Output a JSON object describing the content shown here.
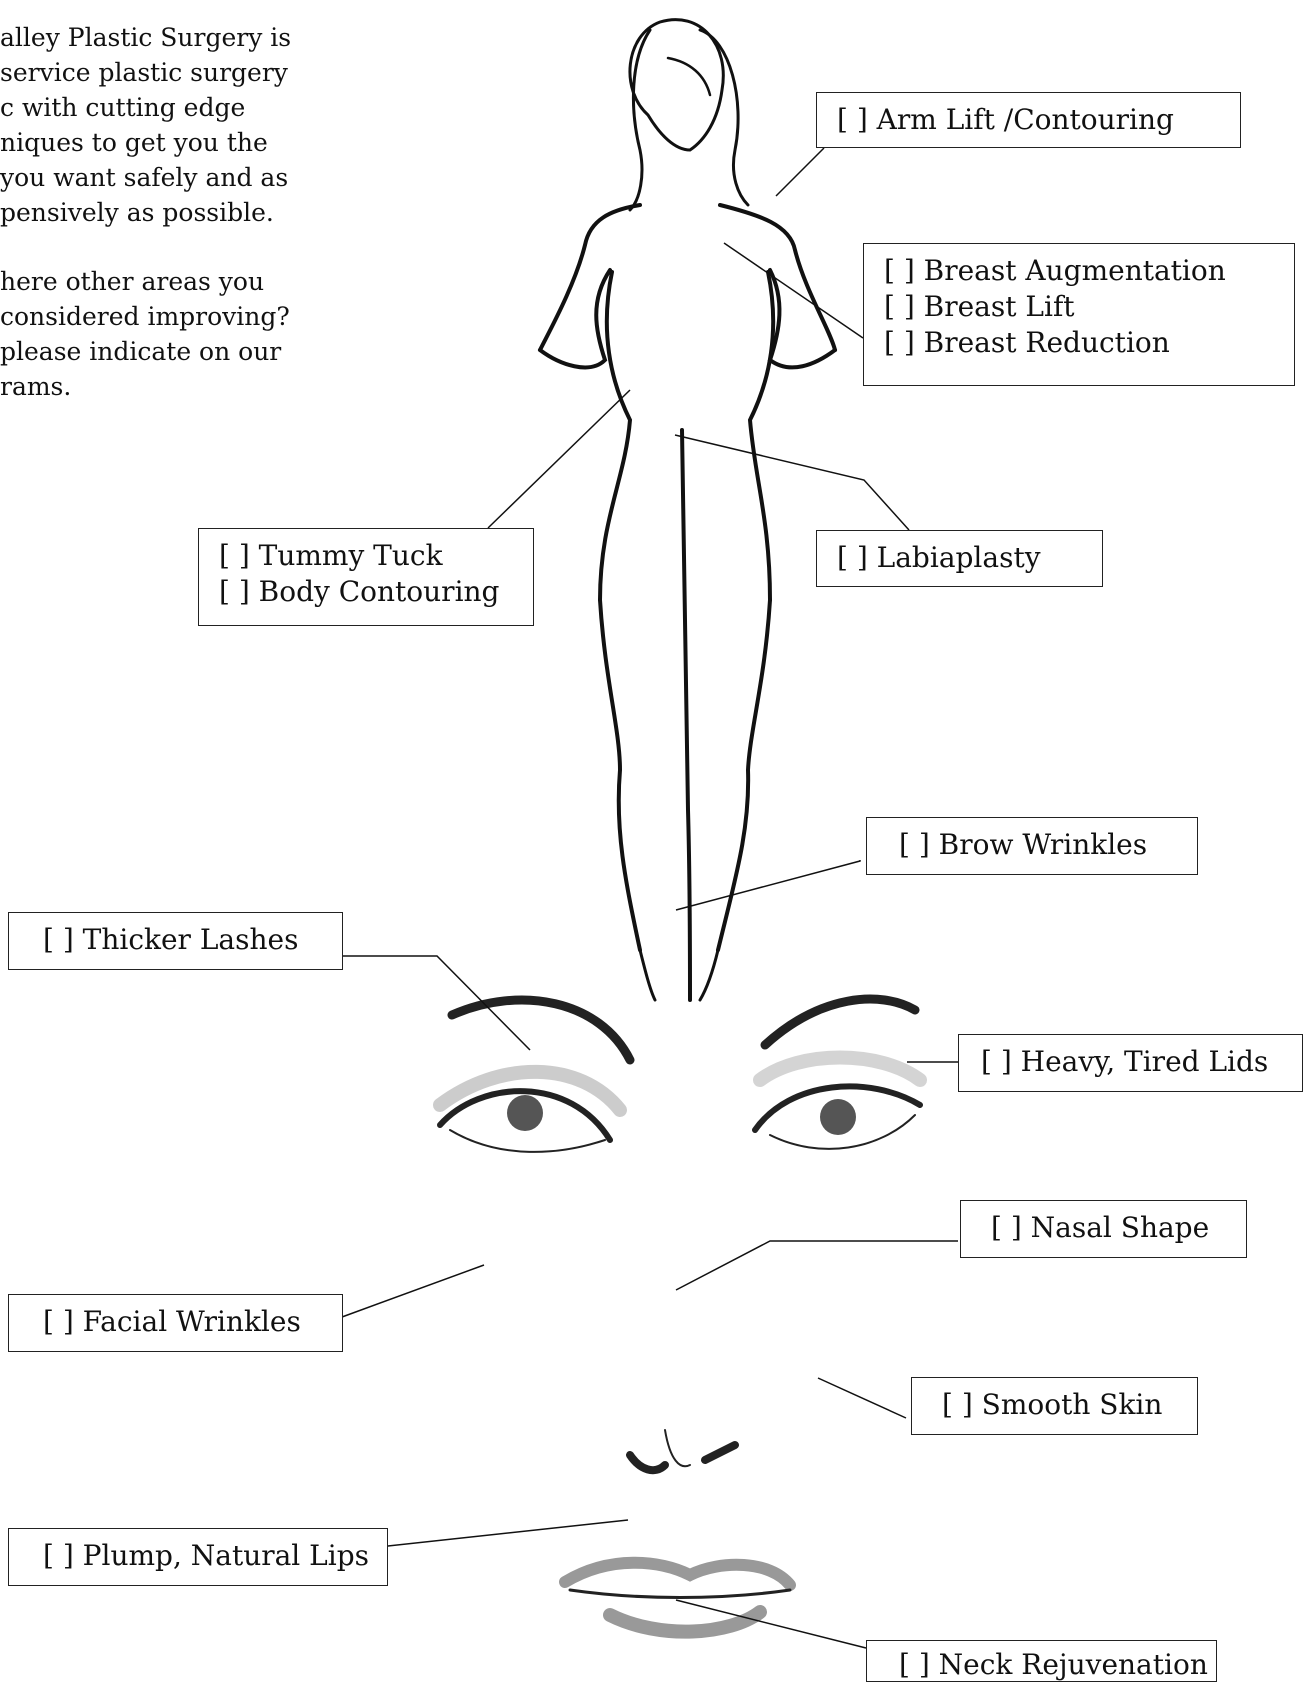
{
  "intro": {
    "paragraph_1": "alley Plastic Surgery is\n service plastic surgery\nc with cutting edge\nniques to get you the\n you want safely and as\npensively as possible.",
    "paragraph_2": "here other areas you\n considered improving?\nplease indicate on our\nrams."
  },
  "body_diagram": {
    "arm": {
      "items": [
        {
          "label": "[  ]  Arm Lift /Contouring"
        }
      ]
    },
    "breast": {
      "items": [
        {
          "label": "[  ]  Breast Augmentation"
        },
        {
          "label": "[  ]  Breast Lift"
        },
        {
          "label": "[  ]  Breast Reduction"
        }
      ]
    },
    "tummy": {
      "items": [
        {
          "label": "[  ]  Tummy Tuck"
        },
        {
          "label": "[  ]  Body Contouring"
        }
      ]
    },
    "labia": {
      "items": [
        {
          "label": "[  ]  Labiaplasty"
        }
      ]
    }
  },
  "face_diagram": {
    "brow": {
      "label": "[  ]  Brow Wrinkles"
    },
    "lashes": {
      "label": "[  ]  Thicker Lashes"
    },
    "lids": {
      "label": "[  ]  Heavy, Tired Lids"
    },
    "nasal": {
      "label": "[  ]  Nasal Shape"
    },
    "facial": {
      "label": "[  ]  Facial Wrinkles"
    },
    "skin": {
      "label": "[  ]  Smooth Skin"
    },
    "lips": {
      "label": "[  ]  Plump, Natural Lips"
    },
    "neck": {
      "label": "[  ]  Neck Rejuvenation"
    }
  }
}
